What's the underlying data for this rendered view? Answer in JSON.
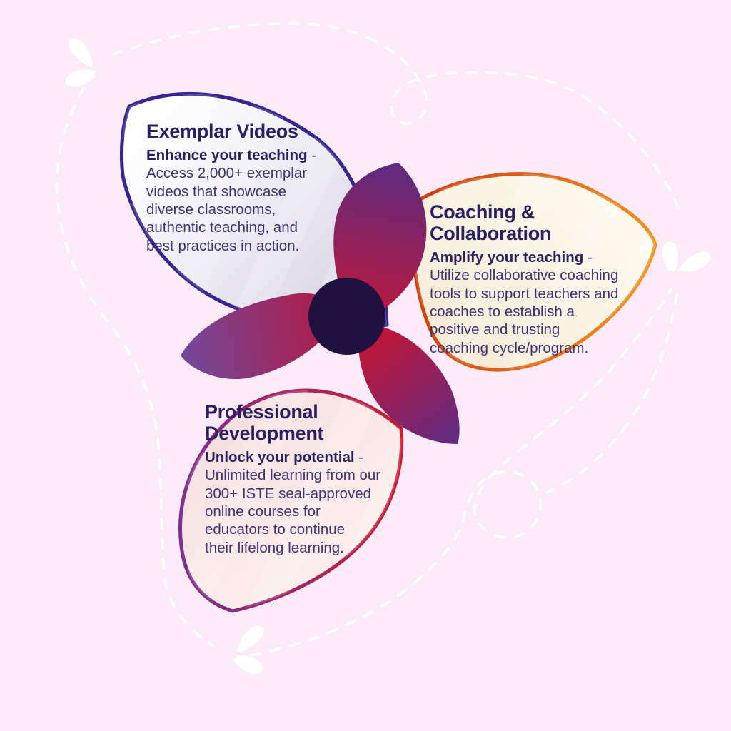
{
  "diagram": {
    "type": "flower-petal-infographic",
    "petal_count": 3,
    "decoration": "white dashed butterfly trails with 3 butterflies and 2 loops"
  },
  "petals": [
    {
      "key": "exemplar",
      "title": "Exemplar Videos",
      "lead": "Enhance your teaching",
      "body": " -\nAccess 2,000+ exemplar\nvideos that showcase\ndiverse classrooms,\nauthentic teaching, and\nbest practices in action."
    },
    {
      "key": "coaching",
      "title": "Coaching &\nCollaboration",
      "lead": "Amplify your teaching",
      "body": " -\nUtilize collaborative coaching\ntools to support teachers and\ncoaches to establish a\npositive and trusting\ncoaching cycle/program."
    },
    {
      "key": "professional",
      "title": "Professional\nDevelopment",
      "lead": "Unlock your potential",
      "body": " -\nUnlimited learning from our\n300+ ISTE seal-approved\nonline courses for\neducators to continue\ntheir lifelong learning."
    }
  ],
  "theme": {
    "colors": {
      "c-bg": "#fbebf9",
      "c-heading": "#2a2061",
      "c-body": "#3e3273",
      "c-p1-stroke": "#35278e",
      "c-p1-fill-a": "#ffffff",
      "c-p1-fill-b": "#d7d2e4",
      "c-p2-stroke-a": "#d03a0e",
      "c-p2-stroke-b": "#f0941f",
      "c-p2-fill-a": "#f5ead3",
      "c-p2-fill-b": "#fefbf1",
      "c-p3-stroke-a": "#7b3090",
      "c-p3-stroke-b": "#cc1b2f",
      "c-p3-fill-a": "#f6dede",
      "c-p3-fill-b": "#fcf2ee",
      "c-sp-top-a": "#5e2b80",
      "c-sp-top-b": "#c0183a",
      "c-sp-left-a": "#73489a",
      "c-sp-left-b": "#b8163c",
      "c-sp-br-a": "#c21536",
      "c-sp-br-b": "#5b2d87",
      "c-center": "#1f1140",
      "c-trail": "#ffffff"
    }
  }
}
